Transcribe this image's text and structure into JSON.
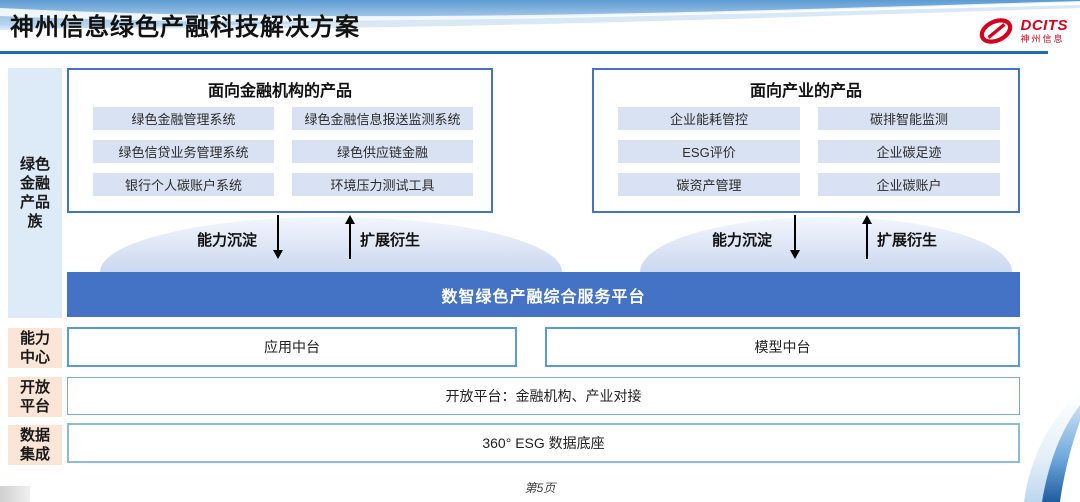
{
  "header": {
    "title": "神州信息绿色产融科技解决方案",
    "logo": {
      "brand": "DCITS",
      "company": "神州信息"
    }
  },
  "sidebar": {
    "product_family": "绿色\n金融\n产品\n族",
    "capability_center": "能力\n中心",
    "open_platform": "开放\n平台",
    "data_integration": "数据\n集成"
  },
  "finance_products": {
    "title": "面向金融机构的产品",
    "items": [
      "绿色金融管理系统",
      "绿色金融信息报送监测系统",
      "绿色信贷业务管理系统",
      "绿色供应链金融",
      "银行个人碳账户系统",
      "环境压力测试工具"
    ]
  },
  "industry_products": {
    "title": "面向产业的产品",
    "items": [
      "企业能耗管控",
      "碳排智能监测",
      "ESG评价",
      "企业碳足迹",
      "碳资产管理",
      "企业碳账户"
    ]
  },
  "arrows": {
    "down_label": "能力沉淀",
    "up_label": "扩展衍生"
  },
  "platform": {
    "label": "数智绿色产融综合服务平台"
  },
  "middle_platforms": {
    "application": "应用中台",
    "model": "模型中台"
  },
  "open_platform_row": {
    "label": "开放平台：金融机构、产业对接"
  },
  "data_base_row": {
    "label": "360° ESG 数据底座"
  },
  "footer": {
    "page_label": "第5页"
  },
  "colors": {
    "accent_blue": "#4472C4",
    "pill_blue": "#D9E2F3",
    "sidebar_blue": "#DDEAF8",
    "sidebar_peach": "#FBE5D6",
    "header_line_blue": "#1F6CB4",
    "logo_red": "#D6001C"
  }
}
